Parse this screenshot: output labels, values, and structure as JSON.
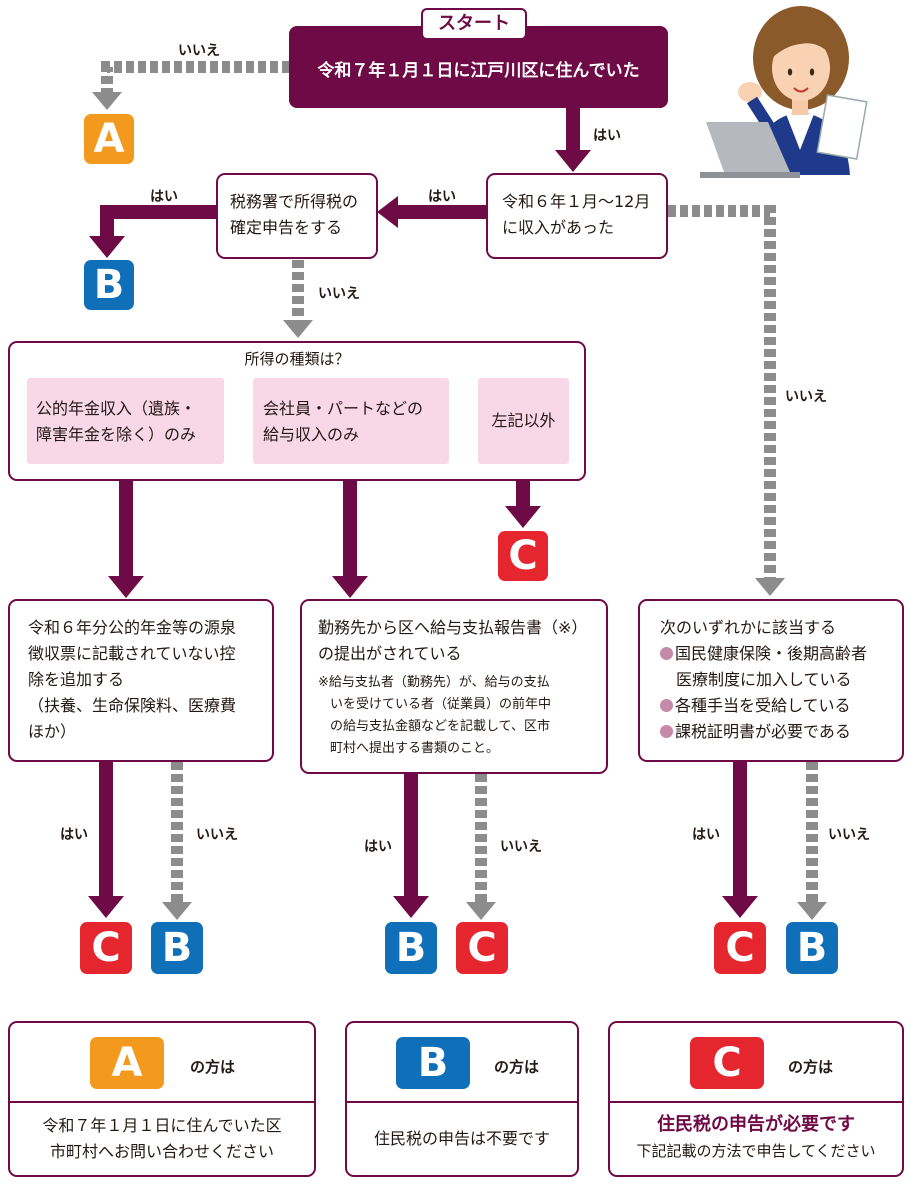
{
  "colors": {
    "primary": "#6e0a45",
    "no_arrow": "#8c8c8c",
    "pink": "#f8d8e6",
    "dot": "#c48aa8",
    "badge_a": "#f39a1e",
    "badge_b": "#0f6fb8",
    "badge_c": "#e6262e"
  },
  "labels": {
    "yes": "はい",
    "no": "いいえ"
  },
  "start": {
    "tag": "スタート",
    "question": "令和７年１月１日に江戸川区に住んでいた"
  },
  "income": {
    "line1": "令和６年１月～12月",
    "line2": "に収入があった"
  },
  "tax_return": {
    "line1": "税務署で所得税の",
    "line2": "確定申告をする"
  },
  "income_type": {
    "title": "所得の種類は？",
    "pension": {
      "line1": "公的年金収入（遺族・",
      "line2": "障害年金を除く）のみ"
    },
    "salary": {
      "line1": "会社員・パートなどの",
      "line2": "給与収入のみ"
    },
    "other": "左記以外"
  },
  "pension_box": {
    "line1": "令和６年分公的年金等の源泉",
    "line2": "徴収票に記載されていない控",
    "line3": "除を追加する",
    "line4": "（扶養、生命保険料、医療費",
    "line5": "ほか）"
  },
  "salary_box": {
    "line1": "勤務先から区へ給与支払報告書（※）",
    "line2": "の提出がされている",
    "note1": "※給与支払者（勤務先）が、給与の支払",
    "note2": "いを受けている者（従業員）の前年中",
    "note3": "の給与支払金額などを記載して、区市",
    "note4": "町村へ提出する書類のこと。"
  },
  "applies_box": {
    "title": "次のいずれかに該当する",
    "item1a": "国民健康保険・後期高齢者",
    "item1b": "医療制度に加入している",
    "item2": "各種手当を受給している",
    "item3": "課税証明書が必要である"
  },
  "results": {
    "a": {
      "letter": "A",
      "suffix": "の方は",
      "line1": "令和７年１月１日に住んでいた区",
      "line2": "市町村へお問い合わせください"
    },
    "b": {
      "letter": "B",
      "suffix": "の方は",
      "line1": "住民税の申告は不要です"
    },
    "c": {
      "letter": "C",
      "suffix": "の方は",
      "line1": "住民税の申告が必要です",
      "line2": "下記記載の方法で申告してください"
    }
  }
}
